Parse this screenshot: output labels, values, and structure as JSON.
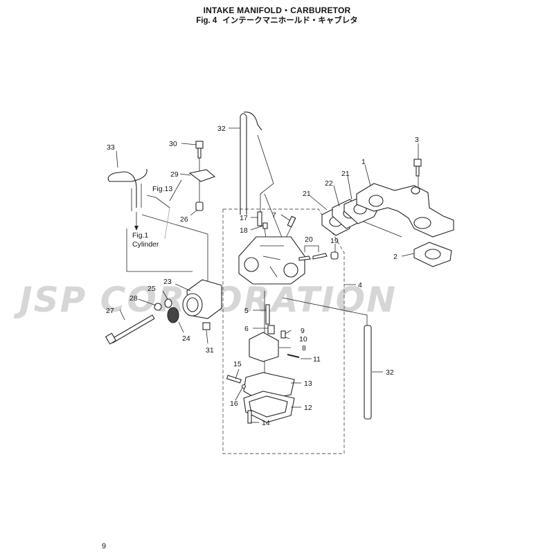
{
  "title": "INTAKE MANIFOLD・CARBURETOR",
  "subtitle": {
    "fig": "Fig. 4",
    "jp": "インテークマニホールド・キャブレタ"
  },
  "watermark": "JSP CORPORATION",
  "page_number": "9",
  "notes": {
    "fig13": "Fig.13",
    "fig1": "Fig.1",
    "cylinder": "Cylinder"
  },
  "callouts": [
    "1",
    "2",
    "3",
    "4",
    "5",
    "6",
    "7",
    "8",
    "9",
    "10",
    "11",
    "12",
    "13",
    "14",
    "15",
    "16",
    "17",
    "18",
    "19",
    "20",
    "21",
    "21",
    "22",
    "23",
    "24",
    "25",
    "26",
    "27",
    "28",
    "29",
    "30",
    "31",
    "32",
    "32",
    "33"
  ]
}
